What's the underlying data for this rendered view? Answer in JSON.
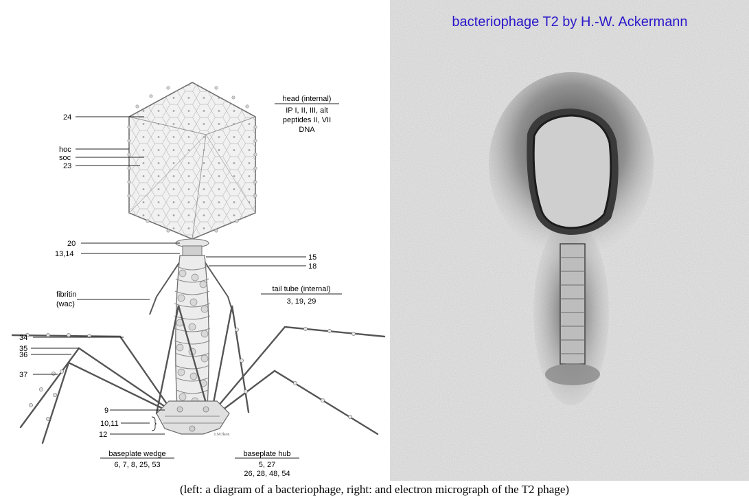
{
  "diagram": {
    "labels": {
      "l24": "24",
      "hoc": "hoc",
      "soc": "soc",
      "l23": "23",
      "l20": "20",
      "l1314": "13,14",
      "fibritin": "fibritin",
      "wac": "(wac)",
      "l34": "34",
      "l35": "35",
      "l36": "36",
      "l37": "37",
      "l9": "9",
      "l1011": "10,11",
      "l12": "12",
      "l15": "15",
      "l18": "18"
    },
    "head_internal": {
      "title": "head (internal)",
      "line1": "IP I, II, III, alt",
      "line2": "peptides II, VII",
      "line3": "DNA"
    },
    "tail_tube": {
      "title": "tail tube (internal)",
      "line1": "3, 19, 29"
    },
    "baseplate_wedge": {
      "title": "baseplate wedge",
      "line1": "6, 7, 8, 25, 53"
    },
    "baseplate_hub": {
      "title": "baseplate hub",
      "line1": "5, 27",
      "line2": "26, 28, 48, 54"
    },
    "signature": "LNOlson"
  },
  "micrograph": {
    "title": "bacteriophage T2 by H.-W. Ackermann",
    "title_color": "#2a17c9"
  },
  "caption": "(left: a diagram of a bacteriophage, right: and electron micrograph of the T2 phage)"
}
